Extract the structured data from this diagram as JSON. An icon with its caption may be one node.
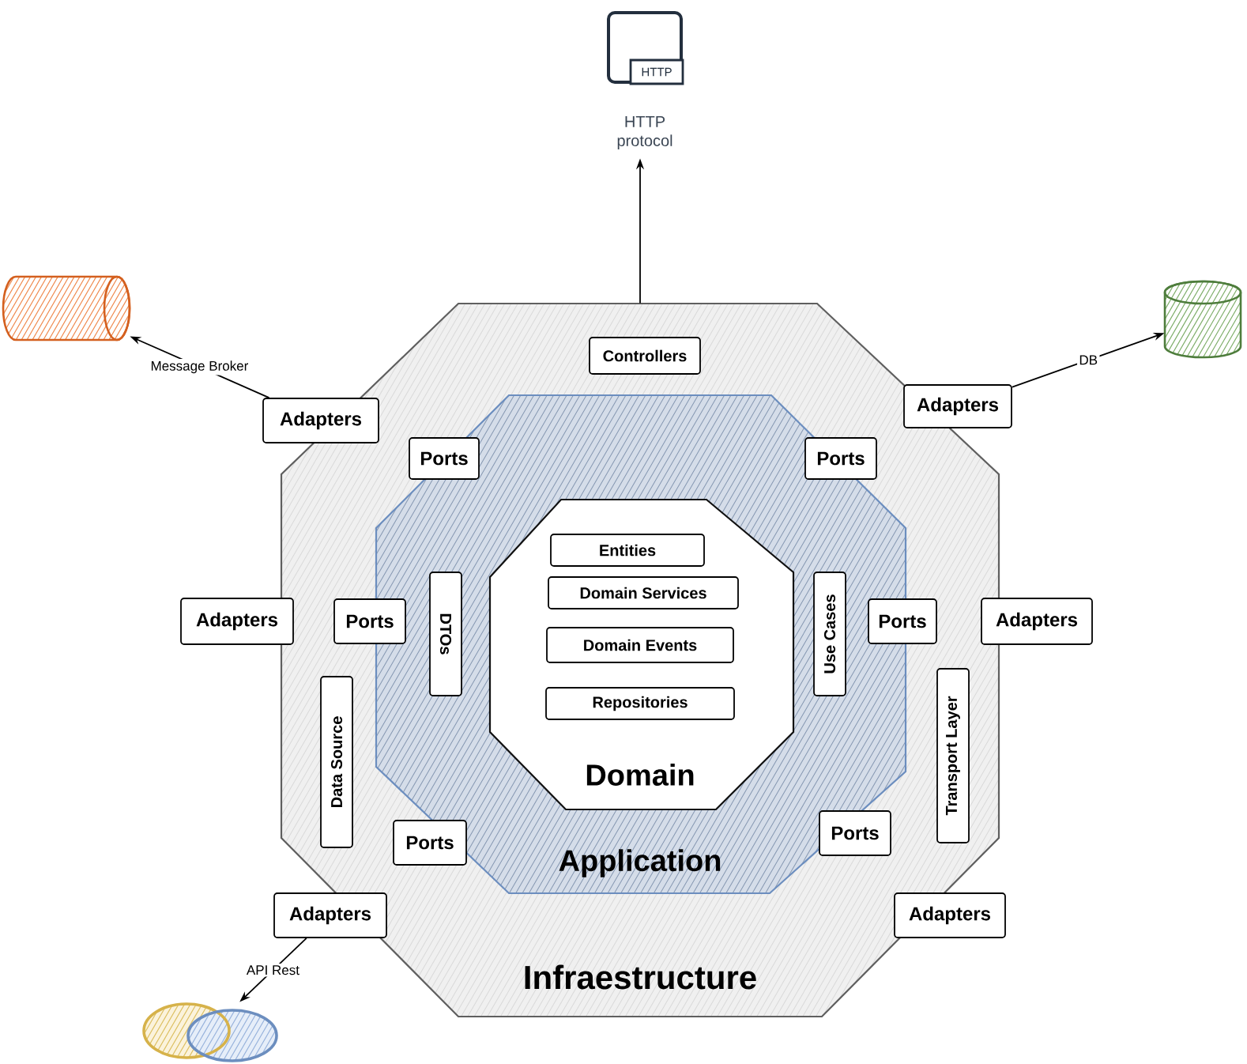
{
  "diagram": {
    "nodes": [
      {
        "text": [
          "HTTP"
        ],
        "beside": [
          "HTTP protocol"
        ]
      },
      {
        "text": [],
        "shape": "cylinder"
      },
      {
        "text": [],
        "shape": "cylinder"
      },
      {
        "text": [
          "Infraestructure"
        ]
      },
      {
        "text": [
          "Controllers"
        ],
        "in": 3
      },
      {
        "text": [
          "Adapters"
        ]
      },
      {
        "text": [
          "Adapters"
        ]
      },
      {
        "text": [
          "Ports"
        ],
        "in": 3
      },
      {
        "text": [
          "Ports"
        ],
        "in": 3
      },
      {
        "text": [
          "Application"
        ],
        "in": 3
      },
      {
        "text": [
          "Domain"
        ],
        "in": 9
      },
      {
        "text": [
          "Entities"
        ],
        "in": 10
      },
      {
        "text": [
          "Domain Services"
        ],
        "in": 10
      },
      {
        "text": [
          "Domain Events"
        ],
        "in": 10
      },
      {
        "text": [
          "Repositories"
        ],
        "in": 10
      },
      {
        "text": [
          "DTOs"
        ],
        "in": 9
      },
      {
        "text": [
          "Use Cases"
        ],
        "in": 9
      },
      {
        "text": [
          "Adapters"
        ]
      },
      {
        "text": [
          "Ports"
        ],
        "in": 3
      },
      {
        "text": [
          "Ports"
        ],
        "in": 3
      },
      {
        "text": [
          "Adapters"
        ]
      },
      {
        "text": [
          "Data Source"
        ],
        "in": 3
      },
      {
        "text": [
          "Transport Layer"
        ],
        "in": 3
      },
      {
        "text": [
          "Ports"
        ],
        "in": 3
      },
      {
        "text": [
          "Ports"
        ],
        "in": 3
      },
      {
        "text": [
          "Adapters"
        ]
      },
      {
        "text": [
          "Adapters"
        ]
      },
      {
        "text": [],
        "shape": "circle"
      }
    ],
    "edges": [
      {
        "from": 3,
        "to": 0,
        "arrow": "to"
      },
      {
        "from": 5,
        "to": 1,
        "arrow": "to",
        "label": "Message Broker"
      },
      {
        "from": 6,
        "to": 2,
        "arrow": "to",
        "label": "DB"
      },
      {
        "from": 25,
        "to": 27,
        "arrow": "to",
        "label": "API Rest"
      }
    ]
  }
}
